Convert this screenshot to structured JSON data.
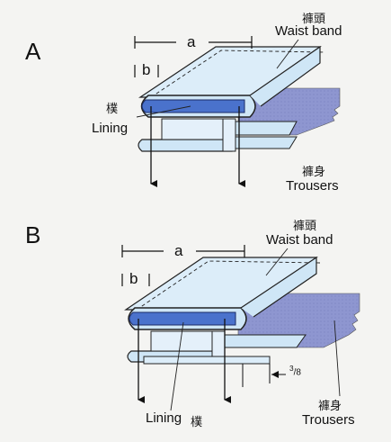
{
  "panels": [
    {
      "letter": "A",
      "waistband_cn": "褲頭",
      "waistband_en": "Waist band",
      "lining_cn": "樸",
      "lining_en": "Lining",
      "trousers_cn": "褲身",
      "trousers_en": "Trousers",
      "dim_a": "a",
      "dim_b": "b"
    },
    {
      "letter": "B",
      "waistband_cn": "褲頭",
      "waistband_en": "Waist band",
      "lining_en": "Lining",
      "lining_cn": "樸",
      "trousers_cn": "褲身",
      "trousers_en": "Trousers",
      "dim_a": "a",
      "dim_b": "b",
      "fraction_num": "3",
      "fraction_den": "8"
    }
  ],
  "colors": {
    "waistband_light": "#cfe6f6",
    "waistband_top": "#dcedf9",
    "lining_dark": "#4a72cc",
    "trousers": "#8e96d0",
    "outline": "#222222",
    "background": "#f4f4f2"
  }
}
